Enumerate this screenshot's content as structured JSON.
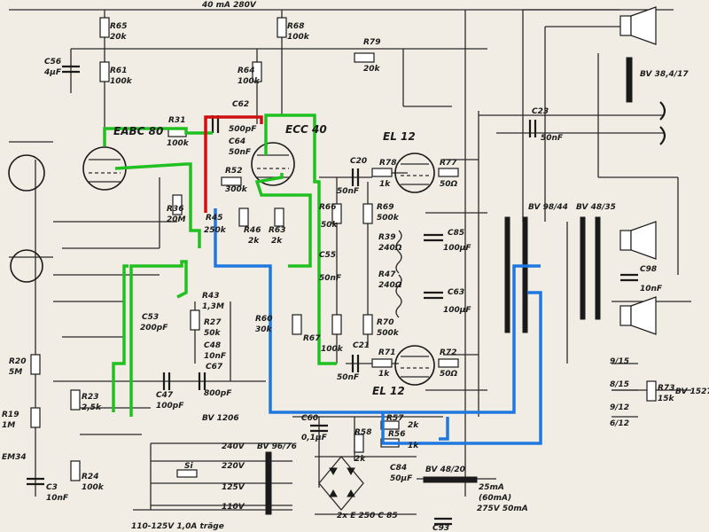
{
  "tubes": {
    "eabc80": "EABC 80",
    "ecc40": "ECC 40",
    "el12_top": "EL 12",
    "el12_bottom": "EL 12",
    "em34": "EM34"
  },
  "supply": {
    "top_rail": "40 mA 280V",
    "rectifier": "2x E 250 C 85",
    "transformer": "BV 96/76",
    "choke": "BV 48/20",
    "supply_note_1": "25mA",
    "supply_note_2": "(60mA)",
    "supply_note_3": "275V 50mA",
    "mains_fuse": "Si",
    "mains_range": "110-125V 1,0A träge"
  },
  "mains_taps": [
    "240V",
    "220V",
    "125V",
    "110V"
  ],
  "transformers": {
    "output_left": "BV 98/44",
    "output_right": "BV 48/35",
    "speaker_top": "BV 38,4/17",
    "relay": "BV 1527"
  },
  "components": {
    "r65": "R65",
    "r65_val": "20k",
    "r61": "R61",
    "r61_val": "100k",
    "c56": "C56",
    "c56_val": "4µF",
    "r68": "R68",
    "r68_val": "100k",
    "r64": "R64",
    "r64_val": "100k",
    "r79": "R79",
    "r79_val": "20k",
    "r31": "R31",
    "r31_val": "100k",
    "c62": "C62",
    "c62_val": "500pF",
    "c64": "C64",
    "c64_val": "50nF",
    "r52": "R52",
    "r52_val": "300k",
    "r45": "R45",
    "r45_val": "250k",
    "r36": "R36",
    "r36_val": "20M",
    "r78": "R78",
    "r78_val": "1k",
    "r77": "R77",
    "r77_val": "50Ω",
    "r71": "R71",
    "r71_val": "1k",
    "r72": "R72",
    "r72_val": "50Ω",
    "r69": "R69",
    "r69_val": "500k",
    "r70": "R70",
    "r70_val": "500k",
    "r39": "R39",
    "r39_val": "240Ω",
    "r47": "R47",
    "r47_val": "240Ω",
    "c85": "C85",
    "c85_val": "100µF",
    "c63": "C63",
    "c63_val": "100µF",
    "c20": "C20",
    "c20_val": "50nF",
    "c21": "C21",
    "c21_val": "50nF",
    "c55": "C55",
    "c55_val": "50nF",
    "r66": "R66",
    "r66_val": "50k",
    "r67": "R67",
    "r67_val": "100k",
    "r60": "R60",
    "r60_val": "30k",
    "r43": "R43",
    "r43_val": "1,3M",
    "r27": "R27",
    "r27_val": "50k",
    "c53": "C53",
    "c53_val": "200pF",
    "c47": "C47",
    "c47_val": "100pF",
    "c67": "C67",
    "c67_val": "800pF",
    "c48": "C48",
    "c48_val": "10nF",
    "bv1206": "BV 1206",
    "r23": "R23",
    "r23_val": "2,5k",
    "r24": "R24",
    "r24_val": "100k",
    "r20": "R20",
    "r20_val": "5M",
    "r19": "R19",
    "r19_val": "1M",
    "c3": "C3",
    "c3_val": "10nF",
    "r57": "R57",
    "r57_val": "2k",
    "r58": "R58",
    "r58_val": "2k",
    "r56": "R56",
    "r56_val": "1k",
    "r73": "R73",
    "r73_val": "15k",
    "c23": "C23",
    "c23_val": "50nF",
    "c98": "C98",
    "c98_val": "10nF",
    "c60": "C60",
    "c60_val": "0,1µF",
    "c84": "C84",
    "c84_val": "50µF",
    "c93": "C93",
    "r46": "R46",
    "r46_val": "2k",
    "r63": "R63",
    "r63_val": "2k",
    "sw_1": "9/15",
    "sw_2": "8/15",
    "sw_3": "6/12",
    "sw_4": "9/12"
  },
  "wire_colors": {
    "green": "#20c020",
    "red": "#d01010",
    "blue": "#1f78e0",
    "black": "#1a1a1a",
    "paper": "#f1ede4"
  }
}
